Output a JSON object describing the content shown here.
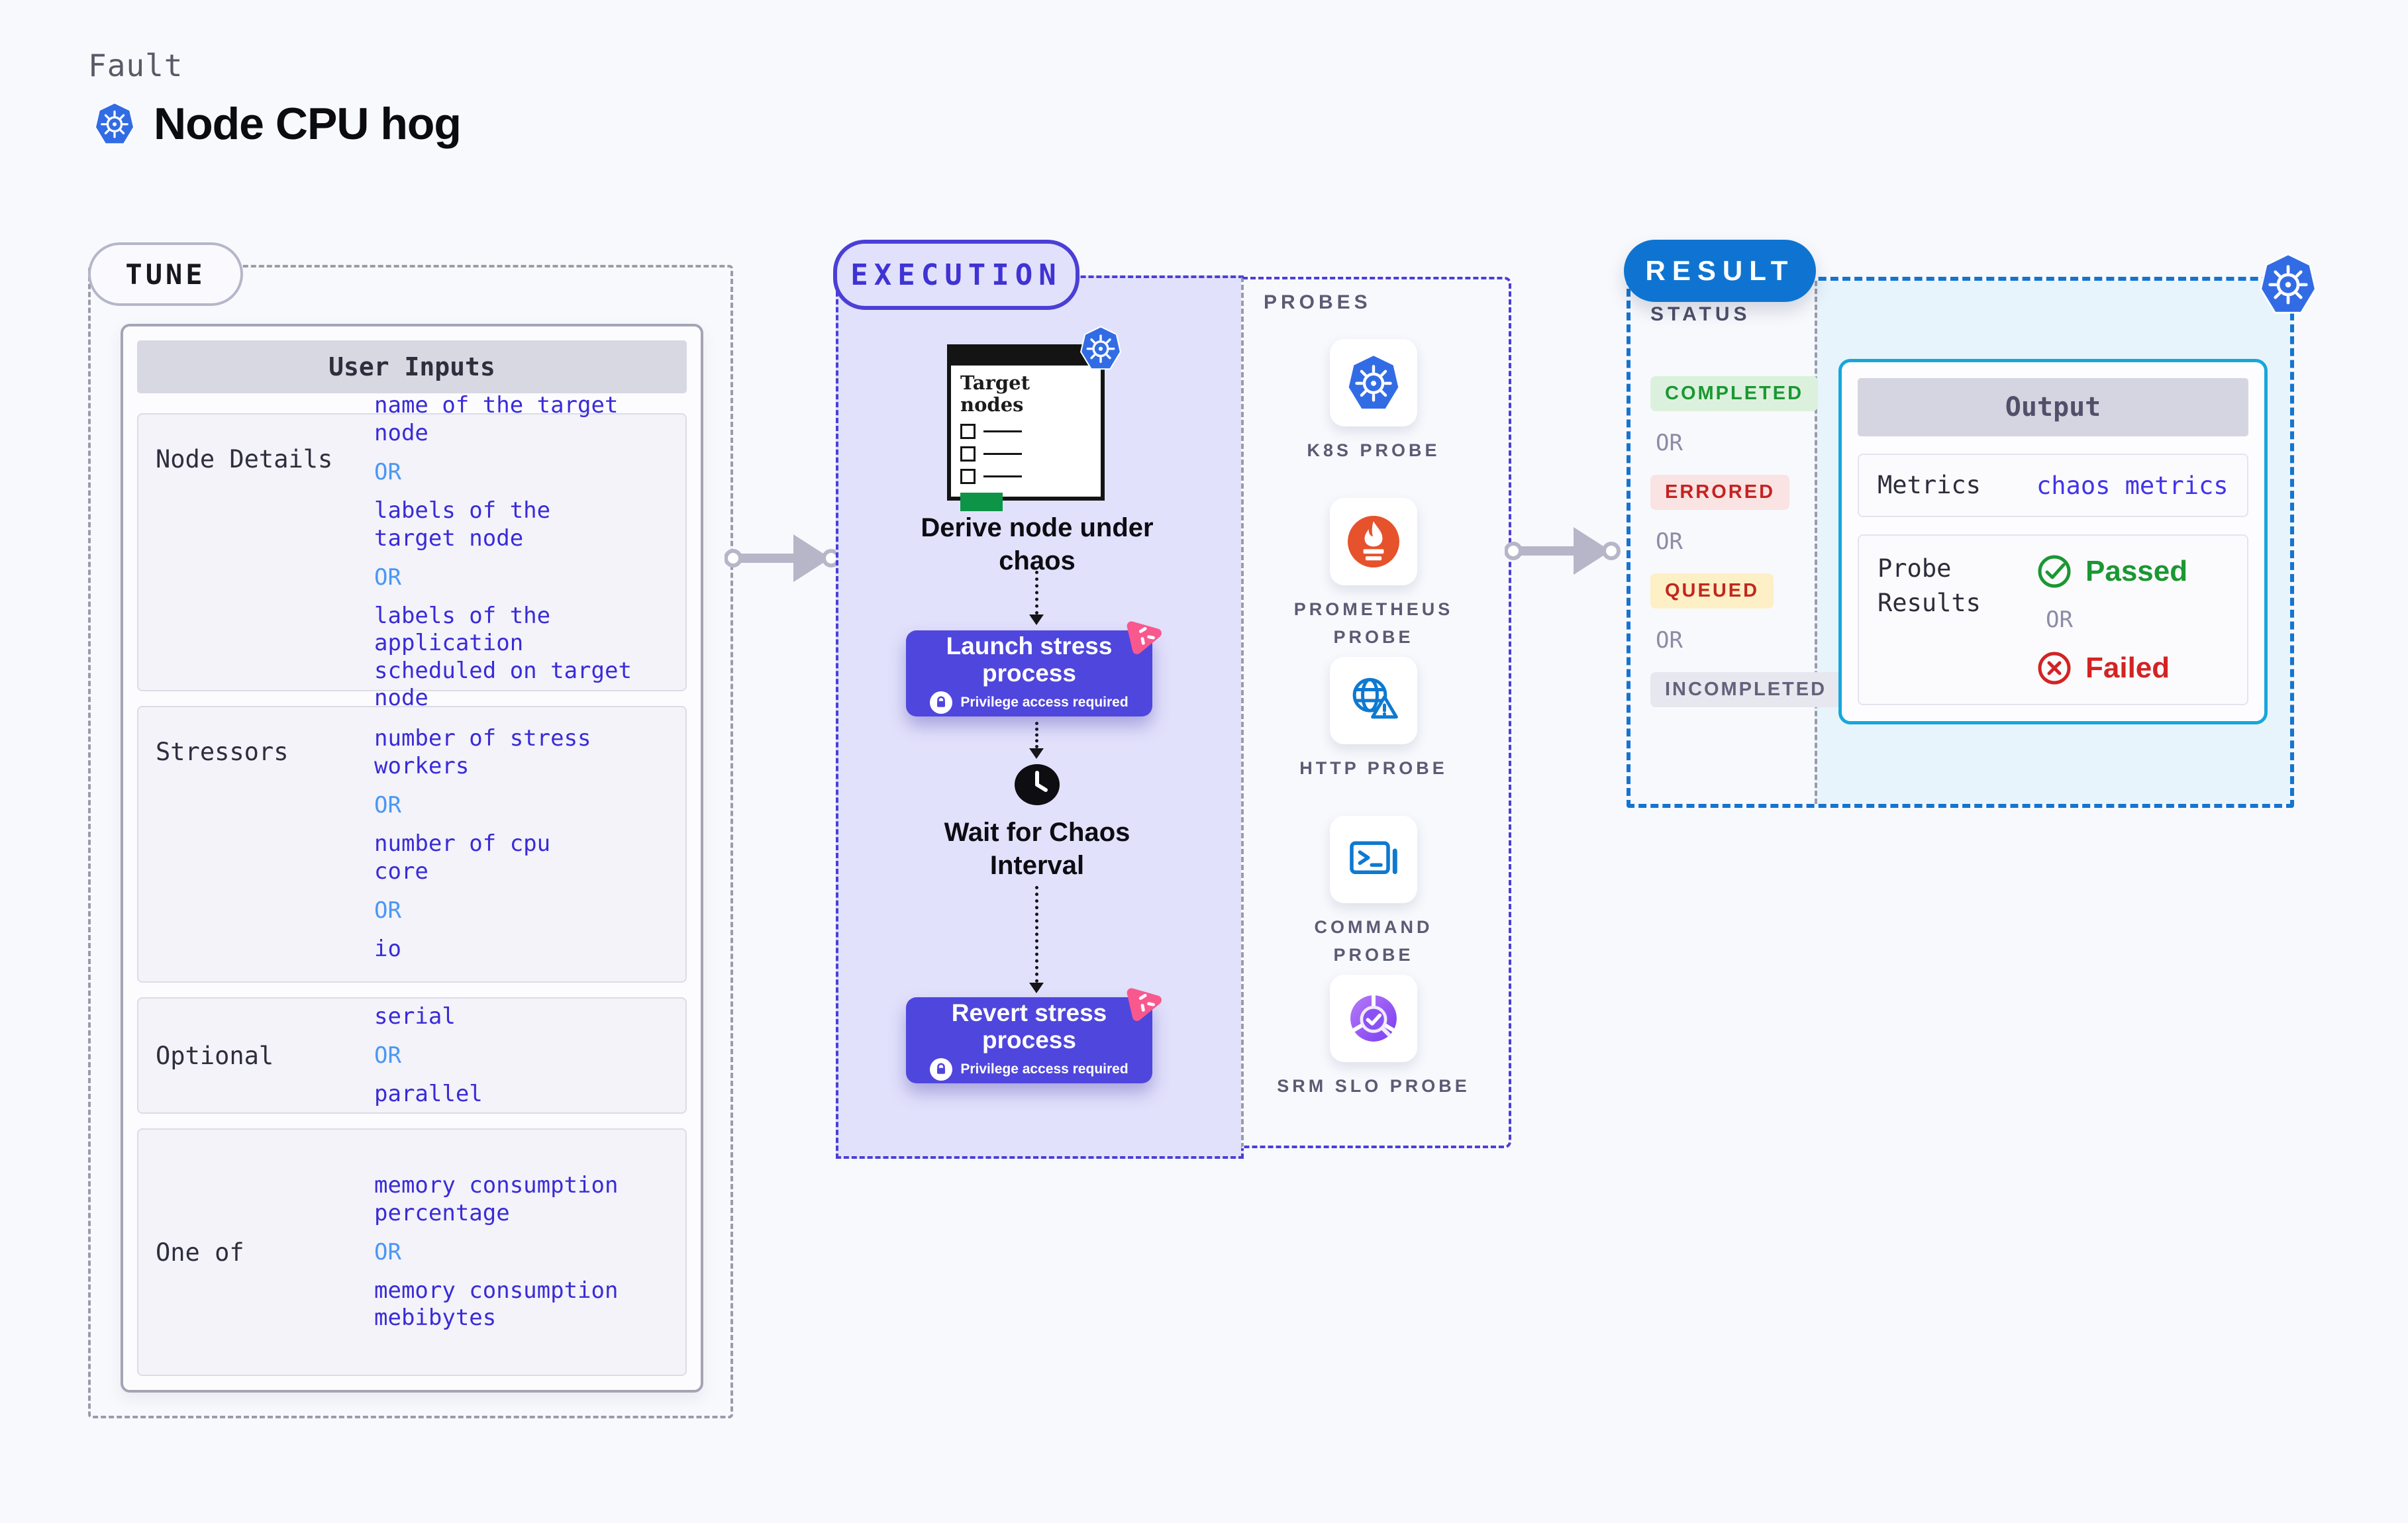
{
  "header": {
    "eyebrow": "Fault",
    "title": "Node CPU hog",
    "icon": "kubernetes-icon"
  },
  "tune": {
    "pill": "TUNE",
    "card_title": "User Inputs",
    "or_label": "OR",
    "rows": [
      {
        "label": "Node Details",
        "options": [
          "name of the target\nnode",
          "labels of the\ntarget node",
          "labels of the application\n scheduled on target node"
        ]
      },
      {
        "label": "Stressors",
        "options": [
          "number of stress\nworkers",
          "number of cpu\ncore",
          "io"
        ]
      },
      {
        "label": "Optional",
        "options": [
          "serial",
          "parallel"
        ]
      },
      {
        "label": "One of",
        "options": [
          "memory consumption\npercentage",
          "memory consumption\nmebibytes"
        ]
      }
    ]
  },
  "execution": {
    "pill": "EXECUTION",
    "window_title": "Target nodes",
    "derive_label": "Derive node under chaos",
    "launch_label": "Launch stress process",
    "privilege_note": "Privilege access required",
    "wait_label": "Wait for Chaos Interval",
    "revert_label": "Revert stress process"
  },
  "probes": {
    "title": "PROBES",
    "items": [
      {
        "label": "K8S PROBE",
        "icon": "kubernetes-icon"
      },
      {
        "label": "PROMETHEUS PROBE",
        "icon": "prometheus-icon"
      },
      {
        "label": "HTTP PROBE",
        "icon": "http-globe-icon"
      },
      {
        "label": "COMMAND PROBE",
        "icon": "command-terminal-icon"
      },
      {
        "label": "SRM SLO PROBE",
        "icon": "srm-slo-icon"
      }
    ]
  },
  "result": {
    "pill": "RESULT",
    "status_title": "STATUS",
    "or_label": "OR",
    "statuses": [
      {
        "label": "COMPLETED",
        "fg": "#1b9733",
        "bg": "#dcf1dd"
      },
      {
        "label": "ERRORED",
        "fg": "#c52222",
        "bg": "#fae3e3"
      },
      {
        "label": "QUEUED",
        "fg": "#c1271f",
        "bg": "#fdefc6"
      },
      {
        "label": "INCOMPLETED",
        "fg": "#62627c",
        "bg": "#e7e7ef"
      }
    ],
    "output": {
      "title": "Output",
      "metrics_label": "Metrics",
      "metrics_value": "chaos metrics",
      "probe_results_label": "Probe Results",
      "passed_label": "Passed",
      "failed_label": "Failed"
    }
  },
  "colors": {
    "indigo_dash": "#4b3fd6",
    "value_blue": "#3a2bd8",
    "or_blue": "#4a97f5",
    "result_blue": "#0f74d1",
    "output_border": "#16a7da",
    "green": "#1b9733",
    "red": "#d32323",
    "pink": "#f8588e",
    "k8s_blue": "#326ce5",
    "prometheus_orange": "#e6522c"
  }
}
